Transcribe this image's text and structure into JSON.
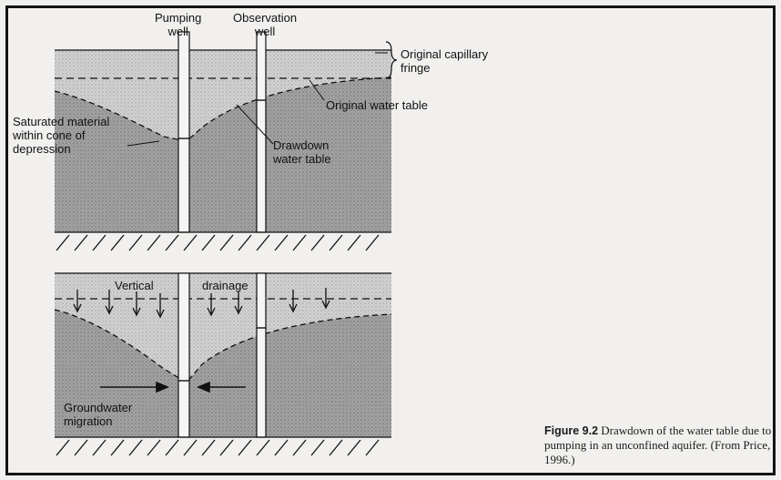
{
  "labels": {
    "pumping_well": "Pumping\nwell",
    "observation_well": "Observation\nwell",
    "capillary_fringe": "Original capillary\nfringe",
    "original_water_table": "Original water table",
    "saturated_material": "Saturated material\nwithin cone of\ndepression",
    "drawdown_water_table": "Drawdown\nwater table",
    "vertical": "Vertical",
    "drainage": "drainage",
    "groundwater_migration": "Groundwater\nmigration"
  },
  "caption": {
    "figure_number": "Figure 9.2",
    "text": " Drawdown of the water table due to pumping in an unconfined aquifer. (From Price, 1996.)"
  },
  "colors": {
    "fringe": "#c9c9c9",
    "saturated": "#9c9c9c",
    "well": "#f5f5f5",
    "line": "#111111"
  }
}
